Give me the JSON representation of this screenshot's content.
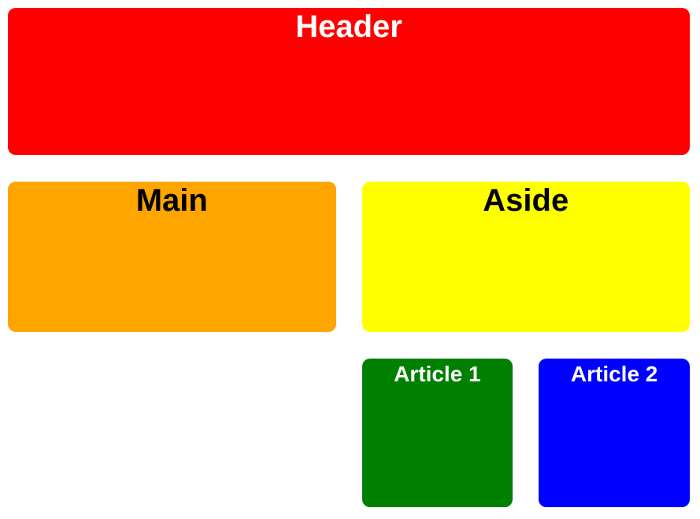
{
  "page": {
    "background": "#ffffff"
  },
  "sections": [
    {
      "id": "header",
      "label": "Header",
      "bg": "#ff0000",
      "fg": "#ffffff"
    },
    {
      "id": "main",
      "label": "Main",
      "bg": "#ffa500",
      "fg": "#000000"
    },
    {
      "id": "aside",
      "label": "Aside",
      "bg": "#ffff00",
      "fg": "#000000"
    },
    {
      "id": "article1",
      "label": "Article 1",
      "bg": "#008000",
      "fg": "#ffffff"
    },
    {
      "id": "article2",
      "label": "Article 2",
      "bg": "#0000ff",
      "fg": "#ffffff"
    }
  ]
}
